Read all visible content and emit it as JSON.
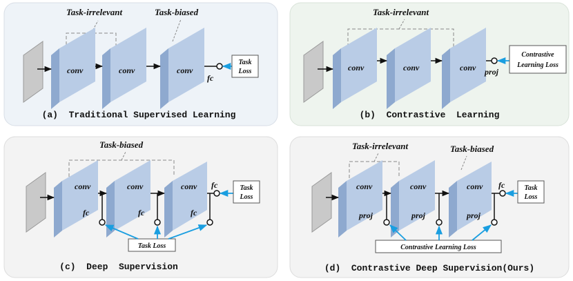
{
  "panels": {
    "a": {
      "caption": "(a)  Traditional Supervised Learning",
      "annot_left": "Task-irrelevant",
      "annot_right": "Task-biased",
      "conv": "conv",
      "head": "fc",
      "loss_line1": "Task",
      "loss_line2": "Loss"
    },
    "b": {
      "caption": "(b)  Contrastive  Learning",
      "annot": "Task-irrelevant",
      "conv": "conv",
      "head": "proj",
      "loss_line1": "Contrastive",
      "loss_line2": "Learning Loss"
    },
    "c": {
      "caption": "(c)  Deep  Supervision",
      "annot": "Task-biased",
      "conv": "conv",
      "head": "fc",
      "branch": "fc",
      "loss_line1": "Task",
      "loss_line2": "Loss",
      "shared_loss": "Task Loss"
    },
    "d": {
      "caption": "(d)  Contrastive Deep Supervision(Ours)",
      "annot_left": "Task-irrelevant",
      "annot_right": "Task-biased",
      "conv": "conv",
      "head": "fc",
      "branch": "proj",
      "loss_line1": "Task",
      "loss_line2": "Loss",
      "shared_loss": "Contrastive Learning Loss"
    }
  },
  "colors": {
    "panel_blue": "#eef3f8",
    "panel_green": "#eef4ee",
    "panel_gray": "#f3f3f3",
    "block_front": "#b9cce6",
    "block_side": "#8ea9cf",
    "input_plate": "#c9c9c9",
    "arrow_accent": "#1a9ee0"
  }
}
